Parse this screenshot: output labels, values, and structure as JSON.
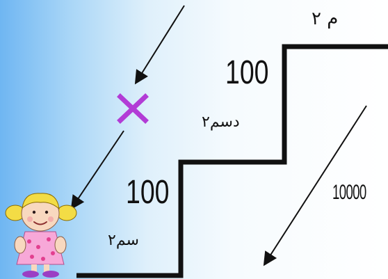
{
  "labels": {
    "top_unit": "م ٢",
    "upper_step_value": "100",
    "upper_step_unit": "دسم٢",
    "lower_step_value": "100",
    "lower_step_unit": "سم٢",
    "descent_value": "10000"
  },
  "icons": {
    "cross": "cross-icon",
    "girl": "girl-character"
  },
  "colors": {
    "cross": "#b23cd6",
    "stairs": "#111111",
    "arrows": "#111111",
    "girl_dress": "#f7a8d8",
    "girl_hair": "#f3dc45",
    "girl_shoes": "#9b3fc4"
  }
}
